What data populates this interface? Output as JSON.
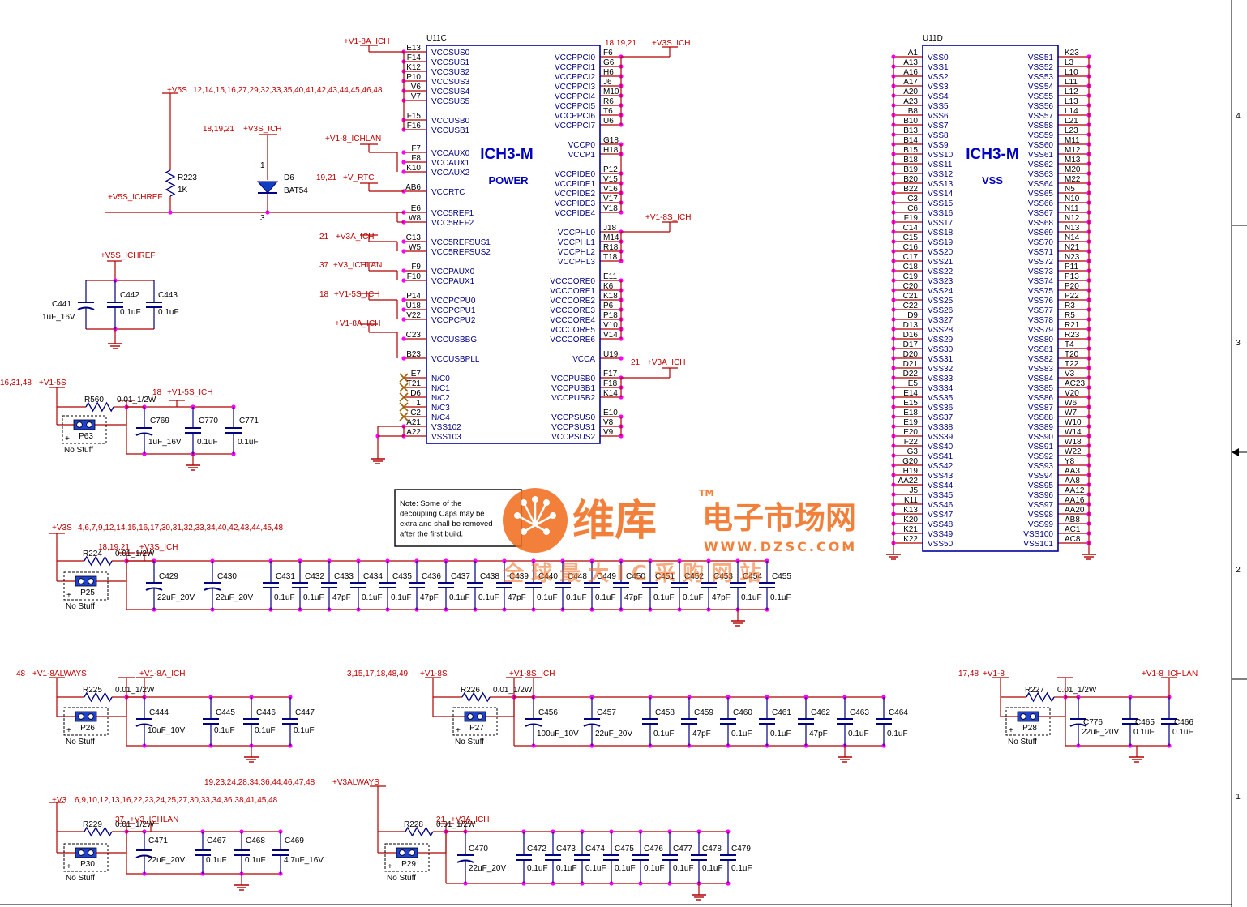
{
  "u11c": {
    "ref": "U11C",
    "name": "ICH3-M",
    "subtitle": "POWER",
    "left_pins": [
      {
        "pin": "E13",
        "sig": "VCCSUS0"
      },
      {
        "pin": "F14",
        "sig": "VCCSUS1"
      },
      {
        "pin": "K12",
        "sig": "VCCSUS2"
      },
      {
        "pin": "P10",
        "sig": "VCCSUS3"
      },
      {
        "pin": "V6",
        "sig": "VCCSUS4"
      },
      {
        "pin": "V7",
        "sig": "VCCSUS5"
      },
      {
        "pin": "F15",
        "sig": "VCCUSB0"
      },
      {
        "pin": "F16",
        "sig": "VCCUSB1"
      },
      {
        "pin": "F7",
        "sig": "VCCAUX0"
      },
      {
        "pin": "F8",
        "sig": "VCCAUX1"
      },
      {
        "pin": "K10",
        "sig": "VCCAUX2"
      },
      {
        "pin": "AB6",
        "sig": "VCCRTC"
      },
      {
        "pin": "E6",
        "sig": "VCC5REF1"
      },
      {
        "pin": "W8",
        "sig": "VCC5REF2"
      },
      {
        "pin": "C13",
        "sig": "VCC5REFSUS1"
      },
      {
        "pin": "W5",
        "sig": "VCC5REFSUS2"
      },
      {
        "pin": "F9",
        "sig": "VCCPAUX0"
      },
      {
        "pin": "F10",
        "sig": "VCCPAUX1"
      },
      {
        "pin": "P14",
        "sig": "VCCPCPU0"
      },
      {
        "pin": "U18",
        "sig": "VCCPCPU1"
      },
      {
        "pin": "V22",
        "sig": "VCCPCPU2"
      },
      {
        "pin": "C23",
        "sig": "VCCUSBBG"
      },
      {
        "pin": "B23",
        "sig": "VCCUSBPLL"
      },
      {
        "pin": "E7",
        "sig": "N/C0"
      },
      {
        "pin": "T21",
        "sig": "N/C1"
      },
      {
        "pin": "D6",
        "sig": "N/C2"
      },
      {
        "pin": "T1",
        "sig": "N/C3"
      },
      {
        "pin": "C2",
        "sig": "N/C4"
      },
      {
        "pin": "A21",
        "sig": "VSS102"
      },
      {
        "pin": "A22",
        "sig": "VSS103"
      }
    ],
    "right_pins": [
      {
        "pin": "F6",
        "sig": "VCCPPCI0"
      },
      {
        "pin": "G6",
        "sig": "VCCPPCI1"
      },
      {
        "pin": "H6",
        "sig": "VCCPPCI2"
      },
      {
        "pin": "J6",
        "sig": "VCCPPCI3"
      },
      {
        "pin": "M10",
        "sig": "VCCPPCI4"
      },
      {
        "pin": "R6",
        "sig": "VCCPPCI5"
      },
      {
        "pin": "T6",
        "sig": "VCCPPCI6"
      },
      {
        "pin": "U6",
        "sig": "VCCPPCI7"
      },
      {
        "pin": "G18",
        "sig": "VCCP0"
      },
      {
        "pin": "H18",
        "sig": "VCCP1"
      },
      {
        "pin": "P12",
        "sig": "VCCPIDE0"
      },
      {
        "pin": "V15",
        "sig": "VCCPIDE1"
      },
      {
        "pin": "V16",
        "sig": "VCCPIDE2"
      },
      {
        "pin": "V17",
        "sig": "VCCPIDE3"
      },
      {
        "pin": "V18",
        "sig": "VCCPIDE4"
      },
      {
        "pin": "J18",
        "sig": "VCCPHL0"
      },
      {
        "pin": "M14",
        "sig": "VCCPHL1"
      },
      {
        "pin": "R18",
        "sig": "VCCPHL2"
      },
      {
        "pin": "T18",
        "sig": "VCCPHL3"
      },
      {
        "pin": "E11",
        "sig": "VCCCORE0"
      },
      {
        "pin": "K6",
        "sig": "VCCCORE1"
      },
      {
        "pin": "K18",
        "sig": "VCCCORE2"
      },
      {
        "pin": "P6",
        "sig": "VCCCORE3"
      },
      {
        "pin": "P18",
        "sig": "VCCCORE4"
      },
      {
        "pin": "V10",
        "sig": "VCCCORE5"
      },
      {
        "pin": "V14",
        "sig": "VCCCORE6"
      },
      {
        "pin": "U19",
        "sig": "VCCA"
      },
      {
        "pin": "F17",
        "sig": "VCCPUSB0"
      },
      {
        "pin": "F18",
        "sig": "VCCPUSB1"
      },
      {
        "pin": "K14",
        "sig": "VCCPUSB2"
      },
      {
        "pin": "E10",
        "sig": "VCCPSUS0"
      },
      {
        "pin": "V8",
        "sig": "VCCPSUS1"
      },
      {
        "pin": "V9",
        "sig": "VCCPSUS2"
      }
    ],
    "nets": {
      "v18a_top": "+V1-8A_ICH",
      "v3s_top_pages": "18,19,21",
      "v3s_top": "+V3S_ICH",
      "v18_lan": "+V1-8_ICHLAN",
      "vrtc_pages": "19,21",
      "vrtc": "+V_RTC",
      "v3a_pages": "21",
      "v3a": "+V3A_ICH",
      "v3lan_pages": "37",
      "v3lan": "+V3_ICHLAN",
      "v15s_pages": "18",
      "v15s": "+V1-5S_ICH",
      "v18a_b": "+V1-8A_ICH",
      "v18s": "+V1-8S_ICH",
      "v3a_r_pages": "21",
      "v3a_r": "+V3A_ICH"
    }
  },
  "u11d": {
    "ref": "U11D",
    "name": "ICH3-M",
    "subtitle": "VSS",
    "left_pins": [
      {
        "pin": "A1",
        "sig": "VSS0"
      },
      {
        "pin": "A13",
        "sig": "VSS1"
      },
      {
        "pin": "A16",
        "sig": "VSS2"
      },
      {
        "pin": "A17",
        "sig": "VSS3"
      },
      {
        "pin": "A20",
        "sig": "VSS4"
      },
      {
        "pin": "A23",
        "sig": "VSS5"
      },
      {
        "pin": "B8",
        "sig": "VSS6"
      },
      {
        "pin": "B10",
        "sig": "VSS7"
      },
      {
        "pin": "B13",
        "sig": "VSS8"
      },
      {
        "pin": "B14",
        "sig": "VSS9"
      },
      {
        "pin": "B15",
        "sig": "VSS10"
      },
      {
        "pin": "B18",
        "sig": "VSS11"
      },
      {
        "pin": "B19",
        "sig": "VSS12"
      },
      {
        "pin": "B20",
        "sig": "VSS13"
      },
      {
        "pin": "B22",
        "sig": "VSS14"
      },
      {
        "pin": "C3",
        "sig": "VSS15"
      },
      {
        "pin": "C6",
        "sig": "VSS16"
      },
      {
        "pin": "F19",
        "sig": "VSS17"
      },
      {
        "pin": "C14",
        "sig": "VSS18"
      },
      {
        "pin": "C15",
        "sig": "VSS19"
      },
      {
        "pin": "C16",
        "sig": "VSS20"
      },
      {
        "pin": "C17",
        "sig": "VSS21"
      },
      {
        "pin": "C18",
        "sig": "VSS22"
      },
      {
        "pin": "C19",
        "sig": "VSS23"
      },
      {
        "pin": "C20",
        "sig": "VSS24"
      },
      {
        "pin": "C21",
        "sig": "VSS25"
      },
      {
        "pin": "C22",
        "sig": "VSS26"
      },
      {
        "pin": "D9",
        "sig": "VSS27"
      },
      {
        "pin": "D13",
        "sig": "VSS28"
      },
      {
        "pin": "D16",
        "sig": "VSS29"
      },
      {
        "pin": "D17",
        "sig": "VSS30"
      },
      {
        "pin": "D20",
        "sig": "VSS31"
      },
      {
        "pin": "D21",
        "sig": "VSS32"
      },
      {
        "pin": "D22",
        "sig": "VSS33"
      },
      {
        "pin": "E5",
        "sig": "VSS34"
      },
      {
        "pin": "E14",
        "sig": "VSS35"
      },
      {
        "pin": "E15",
        "sig": "VSS36"
      },
      {
        "pin": "E18",
        "sig": "VSS37"
      },
      {
        "pin": "E19",
        "sig": "VSS38"
      },
      {
        "pin": "E20",
        "sig": "VSS39"
      },
      {
        "pin": "F22",
        "sig": "VSS40"
      },
      {
        "pin": "G3",
        "sig": "VSS41"
      },
      {
        "pin": "G20",
        "sig": "VSS42"
      },
      {
        "pin": "H19",
        "sig": "VSS43"
      },
      {
        "pin": "AA22",
        "sig": "VSS44"
      },
      {
        "pin": "J5",
        "sig": "VSS45"
      },
      {
        "pin": "K11",
        "sig": "VSS46"
      },
      {
        "pin": "K13",
        "sig": "VSS47"
      },
      {
        "pin": "K20",
        "sig": "VSS48"
      },
      {
        "pin": "K21",
        "sig": "VSS49"
      },
      {
        "pin": "K22",
        "sig": "VSS50"
      }
    ],
    "right_pins": [
      {
        "pin": "K23",
        "sig": "VSS51"
      },
      {
        "pin": "L3",
        "sig": "VSS52"
      },
      {
        "pin": "L10",
        "sig": "VSS53"
      },
      {
        "pin": "L11",
        "sig": "VSS54"
      },
      {
        "pin": "L12",
        "sig": "VSS55"
      },
      {
        "pin": "L13",
        "sig": "VSS56"
      },
      {
        "pin": "L14",
        "sig": "VSS57"
      },
      {
        "pin": "L21",
        "sig": "VSS58"
      },
      {
        "pin": "L23",
        "sig": "VSS59"
      },
      {
        "pin": "M11",
        "sig": "VSS60"
      },
      {
        "pin": "M12",
        "sig": "VSS61"
      },
      {
        "pin": "M13",
        "sig": "VSS62"
      },
      {
        "pin": "M20",
        "sig": "VSS63"
      },
      {
        "pin": "M22",
        "sig": "VSS64"
      },
      {
        "pin": "N5",
        "sig": "VSS65"
      },
      {
        "pin": "N10",
        "sig": "VSS66"
      },
      {
        "pin": "N11",
        "sig": "VSS67"
      },
      {
        "pin": "N12",
        "sig": "VSS68"
      },
      {
        "pin": "N13",
        "sig": "VSS69"
      },
      {
        "pin": "N14",
        "sig": "VSS70"
      },
      {
        "pin": "N21",
        "sig": "VSS71"
      },
      {
        "pin": "N23",
        "sig": "VSS72"
      },
      {
        "pin": "P11",
        "sig": "VSS73"
      },
      {
        "pin": "P13",
        "sig": "VSS74"
      },
      {
        "pin": "P20",
        "sig": "VSS75"
      },
      {
        "pin": "P22",
        "sig": "VSS76"
      },
      {
        "pin": "R3",
        "sig": "VSS77"
      },
      {
        "pin": "R5",
        "sig": "VSS78"
      },
      {
        "pin": "R21",
        "sig": "VSS79"
      },
      {
        "pin": "R23",
        "sig": "VSS80"
      },
      {
        "pin": "T4",
        "sig": "VSS81"
      },
      {
        "pin": "T20",
        "sig": "VSS82"
      },
      {
        "pin": "T22",
        "sig": "VSS83"
      },
      {
        "pin": "V3",
        "sig": "VSS84"
      },
      {
        "pin": "AC23",
        "sig": "VSS85"
      },
      {
        "pin": "V20",
        "sig": "VSS86"
      },
      {
        "pin": "W6",
        "sig": "VSS87"
      },
      {
        "pin": "W7",
        "sig": "VSS88"
      },
      {
        "pin": "W10",
        "sig": "VSS89"
      },
      {
        "pin": "W14",
        "sig": "VSS90"
      },
      {
        "pin": "W18",
        "sig": "VSS91"
      },
      {
        "pin": "W22",
        "sig": "VSS92"
      },
      {
        "pin": "Y8",
        "sig": "VSS93"
      },
      {
        "pin": "AA3",
        "sig": "VSS94"
      },
      {
        "pin": "AA8",
        "sig": "VSS95"
      },
      {
        "pin": "AA12",
        "sig": "VSS96"
      },
      {
        "pin": "AA16",
        "sig": "VSS97"
      },
      {
        "pin": "AA20",
        "sig": "VSS98"
      },
      {
        "pin": "AB8",
        "sig": "VSS99"
      },
      {
        "pin": "AC1",
        "sig": "VSS100"
      },
      {
        "pin": "AC8",
        "sig": "VSS101"
      }
    ]
  },
  "left_circuits": {
    "v5s": "+V5S",
    "v5s_pages": "12,14,15,16,27,29,32,33,35,40,41,42,43,44,45,46,48",
    "r223": "R223",
    "r223_val": "1K",
    "v5s_ichref": "+V5S_ICHREF",
    "d6_pages": "18,19,21",
    "d6_net": "+V3S_ICH",
    "d6": "D6",
    "d6_part": "BAT54",
    "d6_pin1": "1",
    "d6_pin3": "3",
    "ref_cap_net": "+V5S_ICHREF",
    "c441": "C441",
    "c441_val": "1uF_16V",
    "c442": "C442",
    "c442_val": "0.1uF",
    "c443": "C443",
    "c443_val": "0.1uF"
  },
  "block_v15": {
    "pages": "16,31,48",
    "net_in": "+V1-5S",
    "r": "R560",
    "r_val": "0.01_1/2W",
    "out_pages": "18",
    "net_out": "+V1-5S_ICH",
    "p": "P63",
    "nostuff": "No Stuff",
    "caps": [
      {
        "ref": "C769",
        "val": "1uF_16V"
      },
      {
        "ref": "C770",
        "val": "0.1uF"
      },
      {
        "ref": "C771",
        "val": "0.1uF"
      }
    ]
  },
  "note": {
    "lines": [
      "Note: Some of the",
      "decoupling Caps may be",
      "extra and shall be removed",
      "after the first build."
    ]
  },
  "block_v3s": {
    "net_in": "+V3S",
    "pages": "4,6,7,9,12,14,15,16,17,30,31,32,33,34,40,42,43,44,45,48",
    "r": "R224",
    "r_val": "0.01_1/2W",
    "out_pages": "18,19,21",
    "net_out": "+V3S_ICH",
    "p": "P25",
    "nostuff": "No Stuff",
    "bulk": [
      {
        "ref": "C429",
        "val": "22uF_20V"
      },
      {
        "ref": "C430",
        "val": "22uF_20V"
      }
    ],
    "caps": [
      {
        "ref": "C431",
        "val": "0.1uF"
      },
      {
        "ref": "C432",
        "val": "0.1uF"
      },
      {
        "ref": "C433",
        "val": "47pF"
      },
      {
        "ref": "C434",
        "val": "0.1uF"
      },
      {
        "ref": "C435",
        "val": "0.1uF"
      },
      {
        "ref": "C436",
        "val": "47pF"
      },
      {
        "ref": "C437",
        "val": "0.1uF"
      },
      {
        "ref": "C438",
        "val": "0.1uF"
      },
      {
        "ref": "C439",
        "val": "47pF"
      },
      {
        "ref": "C440",
        "val": "0.1uF"
      },
      {
        "ref": "C448",
        "val": "0.1uF"
      },
      {
        "ref": "C449",
        "val": "0.1uF"
      },
      {
        "ref": "C450",
        "val": "47pF"
      },
      {
        "ref": "C451",
        "val": "0.1uF"
      },
      {
        "ref": "C452",
        "val": "0.1uF"
      },
      {
        "ref": "C453",
        "val": "47pF"
      },
      {
        "ref": "C454",
        "val": "0.1uF"
      },
      {
        "ref": "C455",
        "val": "0.1uF"
      }
    ]
  },
  "block_v18a": {
    "pages": "48",
    "net_in": "+V1-8ALWAYS",
    "net_out": "+V1-8A_ICH",
    "r": "R225",
    "r_val": "0.01_1/2W",
    "p": "P26",
    "nostuff": "No Stuff",
    "caps": [
      {
        "ref": "C444",
        "val": "10uF_10V"
      },
      {
        "ref": "C445",
        "val": "0.1uF"
      },
      {
        "ref": "C446",
        "val": "0.1uF"
      },
      {
        "ref": "C447",
        "val": "0.1uF"
      }
    ]
  },
  "block_v18s": {
    "pages": "3,15,17,18,48,49",
    "net_in": "+V1-8S",
    "net_out": "+V1-8S_ICH",
    "r": "R226",
    "r_val": "0.01_1/2W",
    "p": "P27",
    "nostuff": "No Stuff",
    "caps": [
      {
        "ref": "C456",
        "val": "100uF_10V"
      },
      {
        "ref": "C457",
        "val": "22uF_20V"
      },
      {
        "ref": "C458",
        "val": "0.1uF"
      },
      {
        "ref": "C459",
        "val": "47pF"
      },
      {
        "ref": "C460",
        "val": "0.1uF"
      },
      {
        "ref": "C461",
        "val": "0.1uF"
      },
      {
        "ref": "C462",
        "val": "47pF"
      },
      {
        "ref": "C463",
        "val": "0.1uF"
      },
      {
        "ref": "C464",
        "val": "0.1uF"
      }
    ]
  },
  "block_v18": {
    "pages": "17,48",
    "net_in": "+V1-8",
    "net_out": "+V1-8_ICHLAN",
    "r": "R227",
    "r_val": "0.01_1/2W",
    "p": "P28",
    "nostuff": "No Stuff",
    "caps": [
      {
        "ref": "C776",
        "val": "22uF_20V"
      },
      {
        "ref": "C465",
        "val": "0.1uF"
      },
      {
        "ref": "C466",
        "val": "0.1uF"
      }
    ]
  },
  "block_v3": {
    "net_in": "+V3",
    "pages": "6,9,10,12,13,16,22,23,24,25,27,30,33,34,36,38,41,45,48",
    "out_pages": "37",
    "net_out": "+V3_ICHLAN",
    "r": "R229",
    "r_val": "0.01_1/2W",
    "p": "P30",
    "nostuff": "No Stuff",
    "caps": [
      {
        "ref": "C471",
        "val": "22uF_20V"
      },
      {
        "ref": "C467",
        "val": "0.1uF"
      },
      {
        "ref": "C468",
        "val": "0.1uF"
      },
      {
        "ref": "C469",
        "val": "4.7uF_16V"
      }
    ]
  },
  "block_v3always": {
    "pages": "19,23,24,28,34,36,44,46,47,48",
    "net_in": "+V3ALWAYS",
    "out_pages": "21",
    "net_out": "+V3A_ICH",
    "r": "R228",
    "r_val": "0.01_1/2W",
    "p": "P29",
    "nostuff": "No Stuff",
    "caps": [
      {
        "ref": "C470",
        "val": "22uF_20V"
      },
      {
        "ref": "C472",
        "val": "0.1uF"
      },
      {
        "ref": "C473",
        "val": "0.1uF"
      },
      {
        "ref": "C474",
        "val": "0.1uF"
      },
      {
        "ref": "C475",
        "val": "0.1uF"
      },
      {
        "ref": "C476",
        "val": "0.1uF"
      },
      {
        "ref": "C477",
        "val": "0.1uF"
      },
      {
        "ref": "C478",
        "val": "0.1uF"
      },
      {
        "ref": "C479",
        "val": "0.1uF"
      }
    ]
  },
  "border": {
    "zones": [
      "4",
      "3",
      "2",
      "1"
    ]
  },
  "watermark": {
    "brand": "维库",
    "tm": "TM",
    "tagline": "电子市场网",
    "url": "WWW.DZSC.COM",
    "slogan": "全 球 最 大 I C 采 购 网 站"
  },
  "colors": {
    "wire": "#b00000",
    "pin_dot": "#ff00ff",
    "part": "#000080",
    "body": "#0000a0",
    "title": "#0000c0",
    "net": "#c00000",
    "watermark": "#f06a1a"
  }
}
